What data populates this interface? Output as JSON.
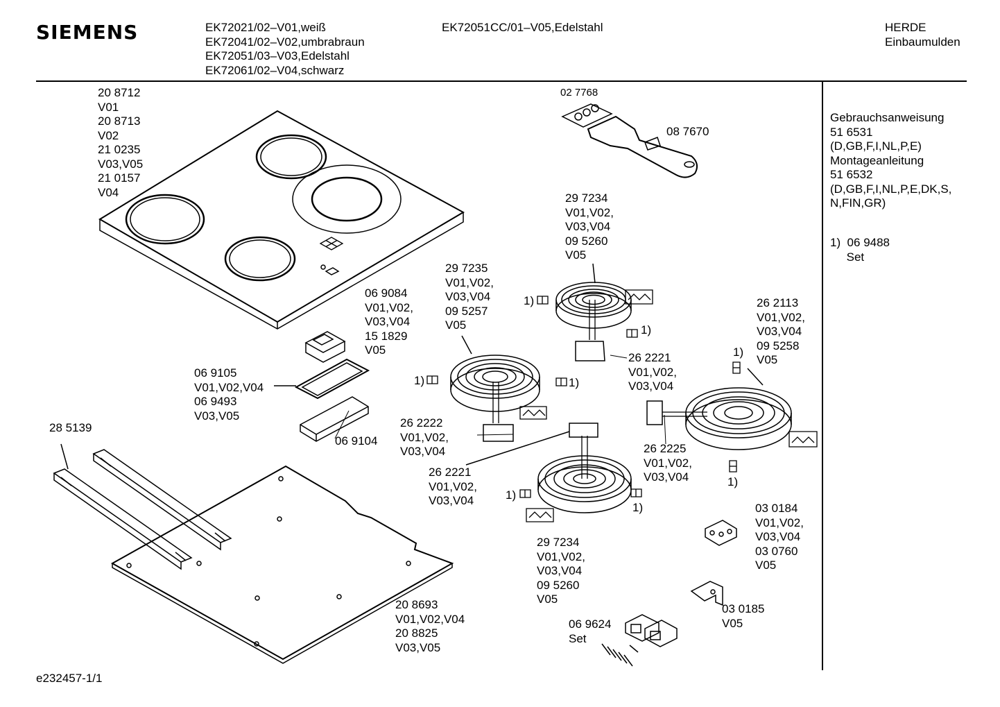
{
  "header": {
    "brand": "SIEMENS",
    "models_col1": "EK72021/02–V01,weiß\nEK72041/02–V02,umbrabraun\nEK72051/03–V03,Edelstahl\nEK72061/02–V04,schwarz",
    "models_col2": "EK72051CC/01–V05,Edelstahl",
    "category": "HERDE\nEinbaumulden"
  },
  "sidebar": {
    "manuals": "Gebrauchsanweisung\n51 6531\n(D,GB,F,I,NL,P,E)\nMontageanleitung\n51 6532\n(D,GB,F,I,NL,P,E,DK,S,\nN,FIN,GR)",
    "footnote": "1)  06 9488\n     Set"
  },
  "parts": {
    "cooktop": "20 8712\nV01\n20 8713\nV02\n21 0235\nV03,V05\n21 0157\nV04",
    "p027768": "02 7768",
    "p087670": "08 7670",
    "heater_top": "29 7234\nV01,V02,\nV03,V04\n09 5260\nV05",
    "heater_left": "29 7235\nV01,V02,\nV03,V04\n09 5257\nV05",
    "switch_069084": "06 9084\nV01,V02,\nV03,V04\n15 1829\nV05",
    "frame_069105": "06 9105\nV01,V02,V04\n06 9493\nV03,V05",
    "p069104": "06 9104",
    "p285139": "28 5139",
    "limiter_262222": "26 2222\nV01,V02,\nV03,V04",
    "limiter_262221_a": "26 2221\nV01,V02,\nV03,V04",
    "limiter_262221_b": "26 2221\nV01,V02,\nV03,V04",
    "heater_right": "26 2113\nV01,V02,\nV03,V04\n09 5258\nV05",
    "limiter_262225": "26 2225\nV01,V02,\nV03,V04",
    "heater_bottom": "29 7234\nV01,V02,\nV03,V04\n09 5260\nV05",
    "p030184": "03 0184\nV01,V02,\nV03,V04\n03 0760\nV05",
    "p030185": "03 0185\nV05",
    "p069624": "06 9624\nSet",
    "plate_208693": "20 8693\nV01,V02,V04\n20 8825\nV03,V05"
  },
  "marks": {
    "fn_a": "1)",
    "fn_b": "1)",
    "fn_c": "1)",
    "fn_d": "1)",
    "fn_e": "1)",
    "fn_f": "1)",
    "fn_g": "1)",
    "fn_h": "1)"
  },
  "footer": {
    "doc_id": "e232457-1/1"
  }
}
